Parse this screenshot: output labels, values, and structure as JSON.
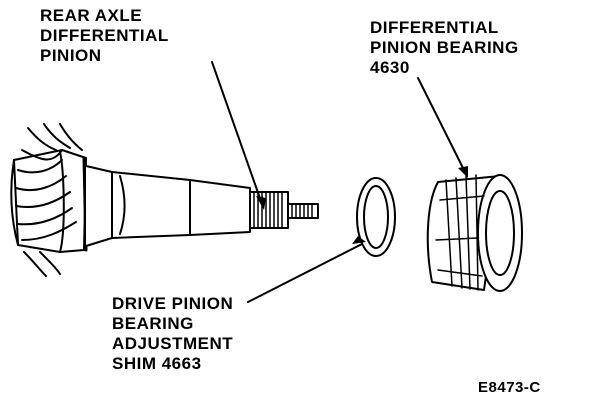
{
  "labels": {
    "pinion": [
      "REAR AXLE",
      "DIFFERENTIAL",
      "PINION"
    ],
    "bearing": [
      "DIFFERENTIAL",
      "PINION BEARING",
      "4630"
    ],
    "shim": [
      "DRIVE PINION",
      "BEARING",
      "ADJUSTMENT",
      "SHIM 4663"
    ],
    "figure_id": "E8473-C"
  },
  "colors": {
    "ink": "#000000",
    "paper": "#ffffff"
  }
}
